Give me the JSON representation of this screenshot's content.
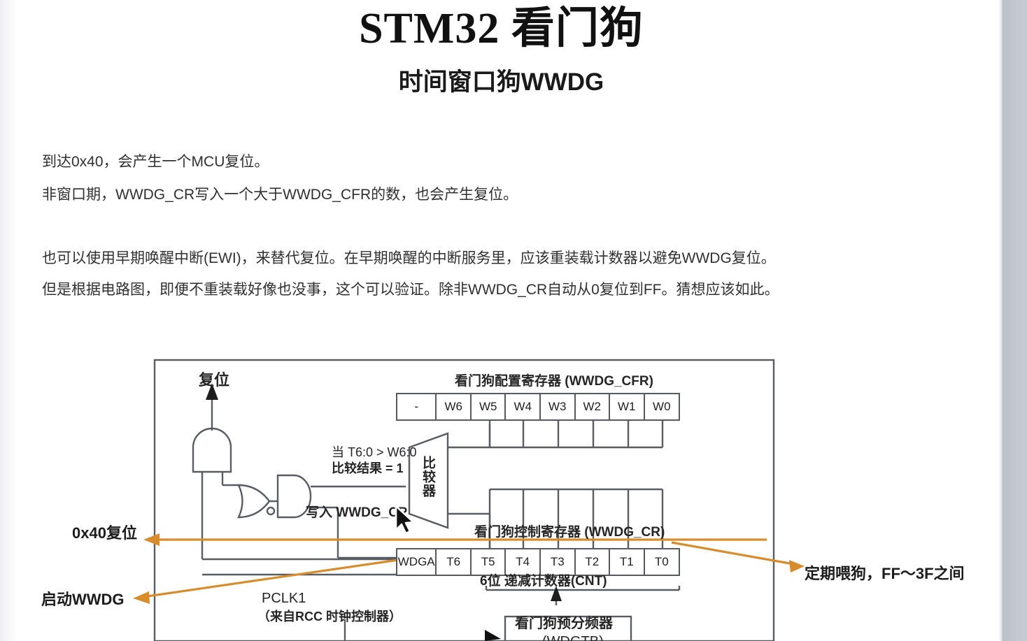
{
  "page": {
    "title": "STM32 看门狗",
    "subtitle": "时间窗口狗WWDG"
  },
  "body": {
    "paragraphs": [
      "到达0x40，会产生一个MCU复位。",
      "非窗口期，WWDG_CR写入一个大于WWDG_CFR的数，也会产生复位。",
      "也可以使用早期唤醒中断(EWI)，来替代复位。在早期唤醒的中断服务里，应该重装载计数器以避免WWDG复位。",
      "但是根据电路图，即便不重装载好像也没事，这个可以验证。除非WWDG_CR自动从0复位到FF。猜想应该如此。"
    ]
  },
  "diagram": {
    "reset_output_label": "复位",
    "cfr": {
      "title": "看门狗配置寄存器 (WWDG_CFR)",
      "cells": [
        "-",
        "W6",
        "W5",
        "W4",
        "W3",
        "W2",
        "W1",
        "W0"
      ]
    },
    "cr": {
      "title": "看门狗控制寄存器 (WWDG_CR)",
      "cells": [
        "WDGA",
        "T6",
        "T5",
        "T4",
        "T3",
        "T2",
        "T1",
        "T0"
      ],
      "counter_label": "6位 递减计数器(CNT)"
    },
    "comparator": {
      "label": "比较器",
      "condition_line1": "当 T6:0 > W6:0",
      "condition_line2": "比较结果 = 1"
    },
    "write_cr_label": "写入 WWDG_CR",
    "clock": {
      "line1": "PCLK1",
      "line2": "（来自RCC 时钟控制器）"
    },
    "prescaler": {
      "line1": "看门狗预分频器",
      "line2": "(WDGTB)"
    }
  },
  "annotations": {
    "accent_color": "#d98c2b",
    "items": [
      {
        "text": "0x40复位"
      },
      {
        "text": "启动WWDG"
      },
      {
        "text": "定期喂狗，FF～3F之间"
      }
    ]
  },
  "cursor": {
    "name": "mouse-pointer"
  }
}
